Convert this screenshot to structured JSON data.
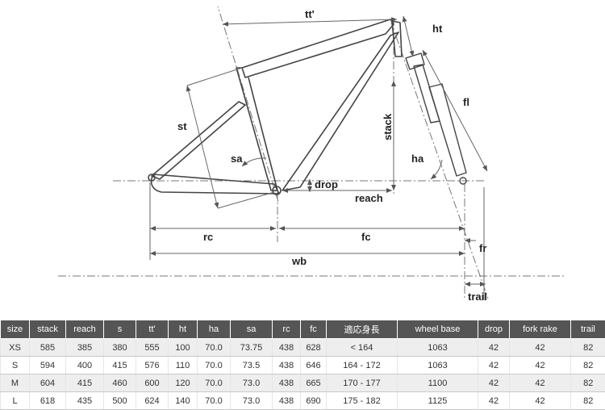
{
  "labels": {
    "tt": "tt'",
    "ht": "ht",
    "fl": "fl",
    "st": "st",
    "stack": "stack",
    "sa": "sa",
    "ha": "ha",
    "drop": "drop",
    "reach": "reach",
    "rc": "rc",
    "fc": "fc",
    "fr": "fr",
    "wb": "wb",
    "trail": "trail"
  },
  "table": {
    "headers": [
      "size",
      "stack",
      "reach",
      "s",
      "tt'",
      "ht",
      "ha",
      "sa",
      "rc",
      "fc",
      "適応身長",
      "wheel base",
      "drop",
      "fork rake",
      "trail"
    ],
    "rows": [
      [
        "XS",
        "585",
        "385",
        "380",
        "555",
        "100",
        "70.0",
        "73.75",
        "438",
        "628",
        "< 164",
        "1063",
        "42",
        "42",
        "82"
      ],
      [
        "S",
        "594",
        "400",
        "415",
        "576",
        "110",
        "70.0",
        "73.5",
        "438",
        "646",
        "164 - 172",
        "1063",
        "42",
        "42",
        "82"
      ],
      [
        "M",
        "604",
        "415",
        "460",
        "600",
        "120",
        "70.0",
        "73.0",
        "438",
        "665",
        "170 - 177",
        "1100",
        "42",
        "42",
        "82"
      ],
      [
        "L",
        "618",
        "435",
        "500",
        "624",
        "140",
        "70.0",
        "73.0",
        "438",
        "690",
        "175 - 182",
        "1125",
        "42",
        "42",
        "82"
      ]
    ]
  },
  "colors": {
    "frame": "#444444",
    "dimension": "#666666",
    "header_bg": "#555555",
    "row_alt": "#eeeeee"
  }
}
